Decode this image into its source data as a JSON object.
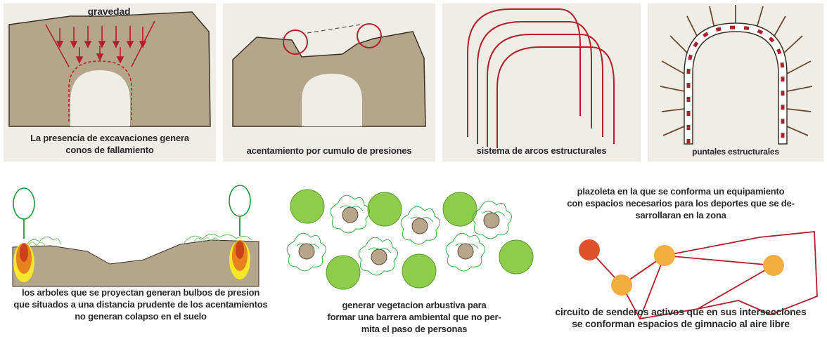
{
  "panels_top": [
    {
      "title": "gravedad",
      "caption": "La presencia de excavaciones genera\nconos de fallamiento"
    },
    {
      "caption": "acentamiento por cumulo de presiones"
    },
    {
      "caption": "sistema de arcos estructurales"
    },
    {
      "caption": "puntales estructurales"
    }
  ],
  "panels_bottom": [
    {
      "caption": "los arboles que se proyectan generan bulbos de presion\nque situados a una distancia prudente de los acentamientos\nno generan colapso en el suelo"
    },
    {
      "caption": "generar vegetacion arbustiva  para\nformar una barrera ambiental que no per-\nmita el paso de personas"
    },
    {
      "title": "plazoleta en la que se conforma un equipamiento\ncon espacios necesarios para los deportes que se de-\nsarrollaran en la zona",
      "caption": "circuito de senderos activos que en sus intersecciones\nse conforman espacios de gimnacio al aire libre"
    }
  ],
  "colors": {
    "ground": "#b5a58a",
    "ground_stroke": "#3d3226",
    "arrow_red": "#b3202b",
    "arc_red": "#b3202b",
    "strut_brown": "#6b4a2e",
    "tree_green": "#1a9a3c",
    "bush_green": "#5abf5a",
    "circle_light_green": "#8fcc4d",
    "trunk_tan": "#b7a58c",
    "node_orange": "#f2ad3c",
    "node_red": "#e0532a",
    "path_red": "#b3202b",
    "bulb_yellow": "#f5e72a",
    "bulb_orange": "#e8821e",
    "bulb_red": "#c9401b"
  }
}
